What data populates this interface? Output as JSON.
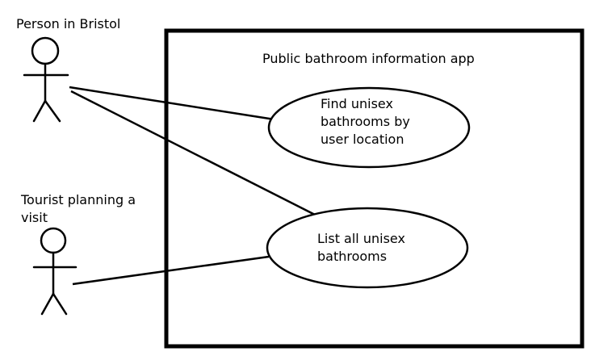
{
  "system": {
    "title": "Public bathroom information app"
  },
  "actors": [
    {
      "name_lines": [
        "Person in Bristol"
      ]
    },
    {
      "name_lines": [
        "Tourist planning a",
        "visit"
      ]
    }
  ],
  "use_cases": [
    {
      "lines": [
        "Find unisex",
        "bathrooms by",
        "user location"
      ]
    },
    {
      "lines": [
        "List all unisex",
        "bathrooms"
      ]
    }
  ]
}
